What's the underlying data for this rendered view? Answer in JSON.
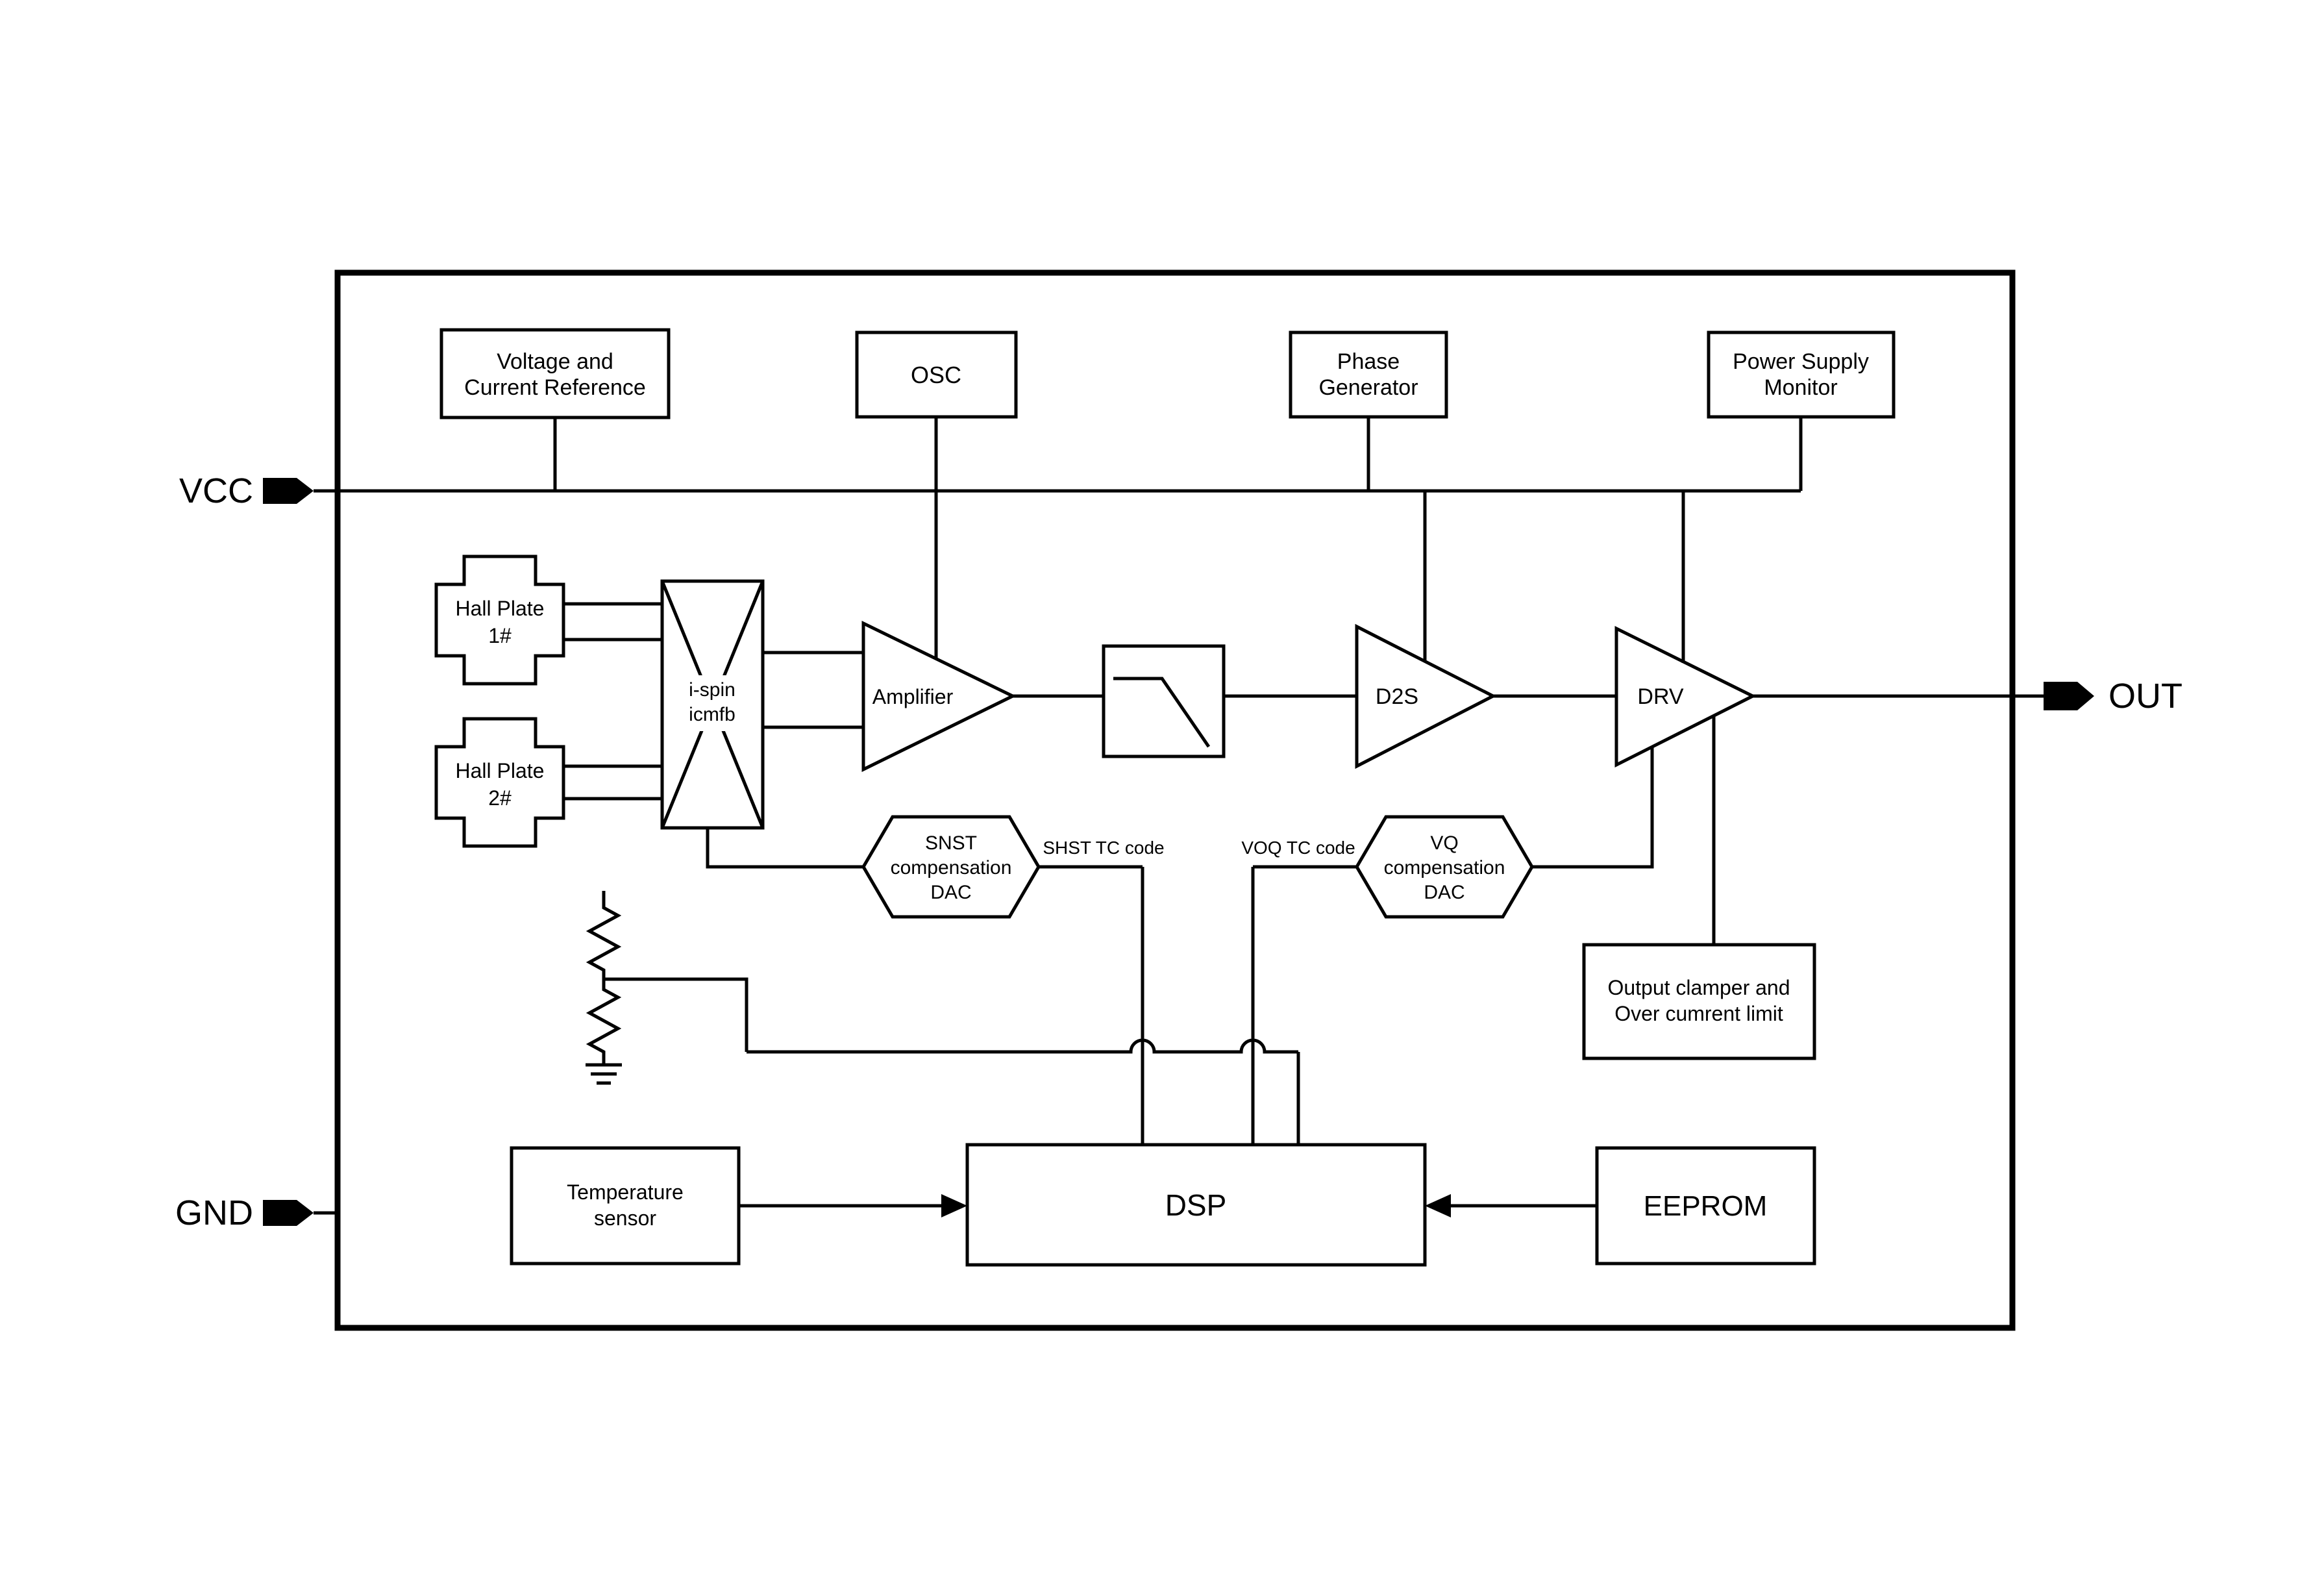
{
  "diagram": {
    "pins": {
      "vcc": "VCC",
      "gnd": "GND",
      "out": "OUT"
    },
    "blocks": {
      "voltage_ref": {
        "lines": [
          "Voltage and",
          "Current Reference"
        ]
      },
      "osc": {
        "label": "OSC"
      },
      "phase_gen": {
        "lines": [
          "Phase",
          "Generator"
        ]
      },
      "power_supply_monitor": {
        "lines": [
          "Power Supply",
          "Monitor"
        ]
      },
      "hall_plate_1": {
        "lines": [
          "Hall Plate",
          "1#"
        ]
      },
      "hall_plate_2": {
        "lines": [
          "Hall Plate",
          "2#"
        ]
      },
      "i_spin": {
        "lines": [
          "i-spin",
          "icmfb"
        ]
      },
      "amplifier": {
        "label": "Amplifier"
      },
      "d2s": {
        "label": "D2S"
      },
      "drv": {
        "label": "DRV"
      },
      "snst_dac": {
        "lines": [
          "SNST",
          "compensation",
          "DAC"
        ]
      },
      "vq_dac": {
        "lines": [
          "VQ",
          "compensation",
          "DAC"
        ]
      },
      "output_clamper": {
        "lines": [
          "Output clamper and",
          "Over cumrent limit"
        ]
      },
      "temperature_sensor": {
        "lines": [
          "Temperature",
          "sensor"
        ]
      },
      "dsp": {
        "label": "DSP"
      },
      "eeprom": {
        "label": "EEPROM"
      }
    },
    "wire_labels": {
      "shst": "SHST TC code",
      "voq": "VOQ TC code"
    },
    "colors": {
      "line": "#000000",
      "background": "#ffffff"
    }
  }
}
